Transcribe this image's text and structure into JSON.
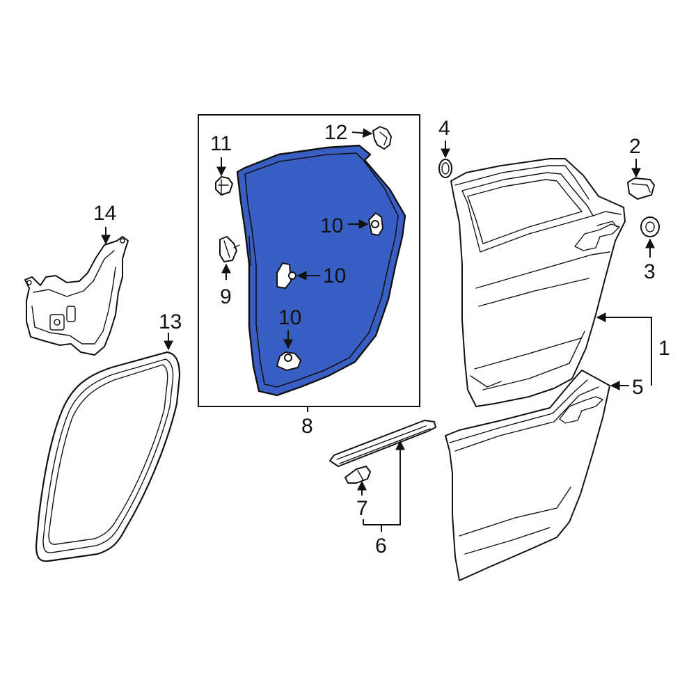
{
  "colors": {
    "highlight": "#3A5FC4",
    "line": "#111111",
    "background": "#FFFFFF"
  },
  "callouts": {
    "c1": "1",
    "c2": "2",
    "c3": "3",
    "c4": "4",
    "c5": "5",
    "c6": "6",
    "c7": "7",
    "c8": "8",
    "c9": "9",
    "c10a": "10",
    "c10b": "10",
    "c10c": "10",
    "c11": "11",
    "c12": "12",
    "c13": "13",
    "c14": "14"
  }
}
